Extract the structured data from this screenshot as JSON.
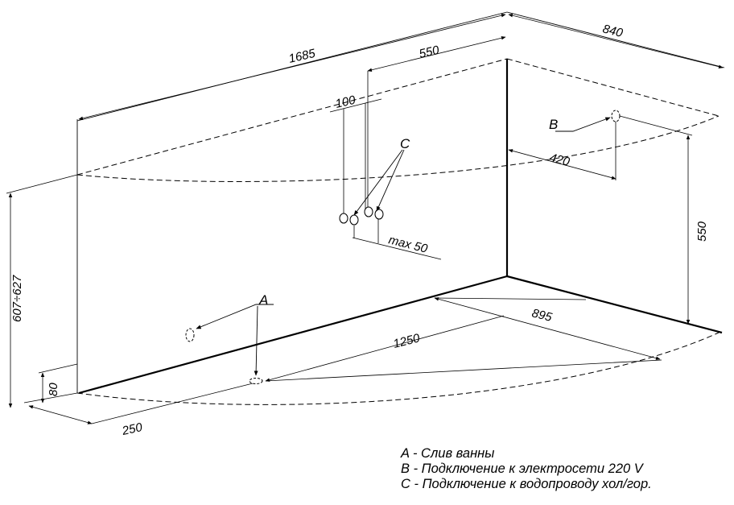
{
  "dimensions": {
    "length_top": "1685",
    "depth_side": "840",
    "pipe_offset": "550",
    "pipe_spacing": "100",
    "socket_offset": "420",
    "max_spread": "max 50",
    "height_total": "607÷627",
    "socket_height": "550",
    "front_length": "1250",
    "side_length": "895",
    "drain_offset": "250",
    "drain_height": "80"
  },
  "markers": {
    "a": "A",
    "b": "B",
    "c": "C"
  },
  "legend": {
    "a": "A - Слив ванны",
    "b": "B - Подключение к электросети 220 V",
    "c": "C - Подключение к водопроводу хол/гор."
  }
}
